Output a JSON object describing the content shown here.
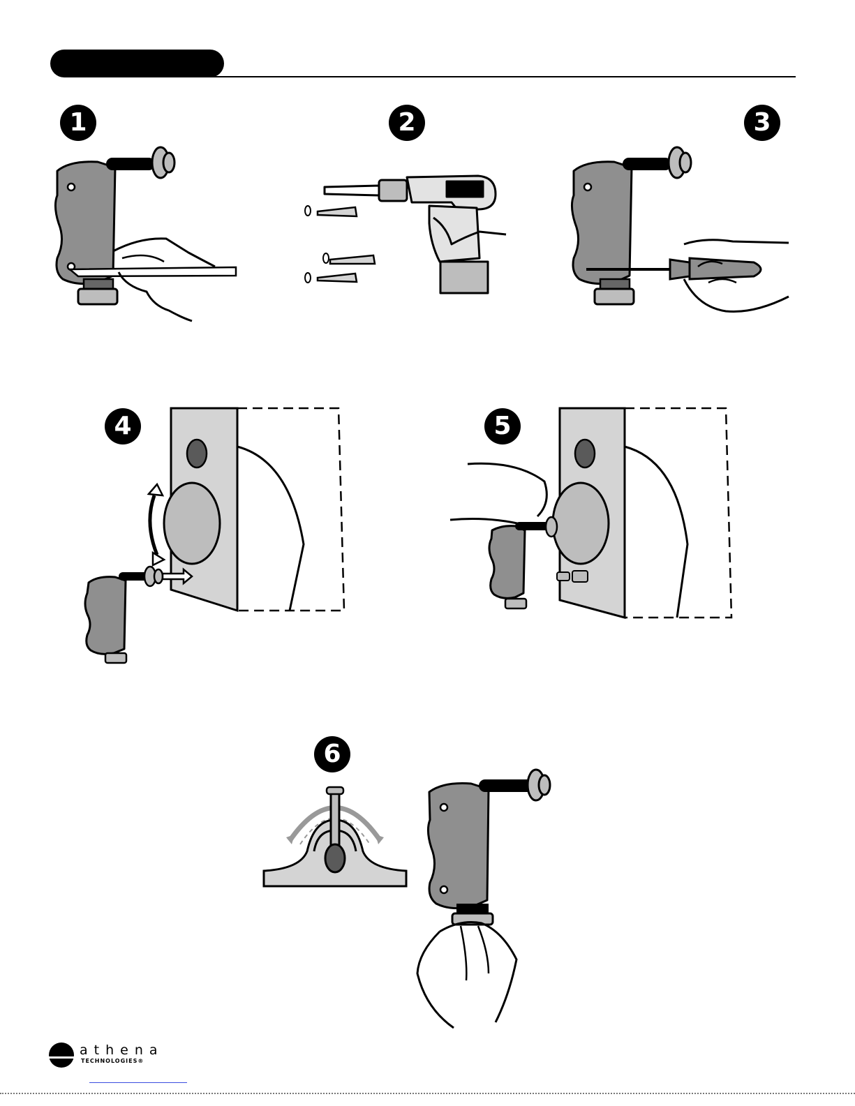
{
  "steps": [
    {
      "number": "1"
    },
    {
      "number": "2"
    },
    {
      "number": "3"
    },
    {
      "number": "4"
    },
    {
      "number": "5"
    },
    {
      "number": "6"
    }
  ],
  "brand": {
    "name": "athena",
    "subtitle": "TECHNOLOGIES®"
  },
  "colors": {
    "ink": "#000000",
    "bracket": "#8f8f8f",
    "panel": "#d4d4d4",
    "cap": "#bdbdbd"
  }
}
